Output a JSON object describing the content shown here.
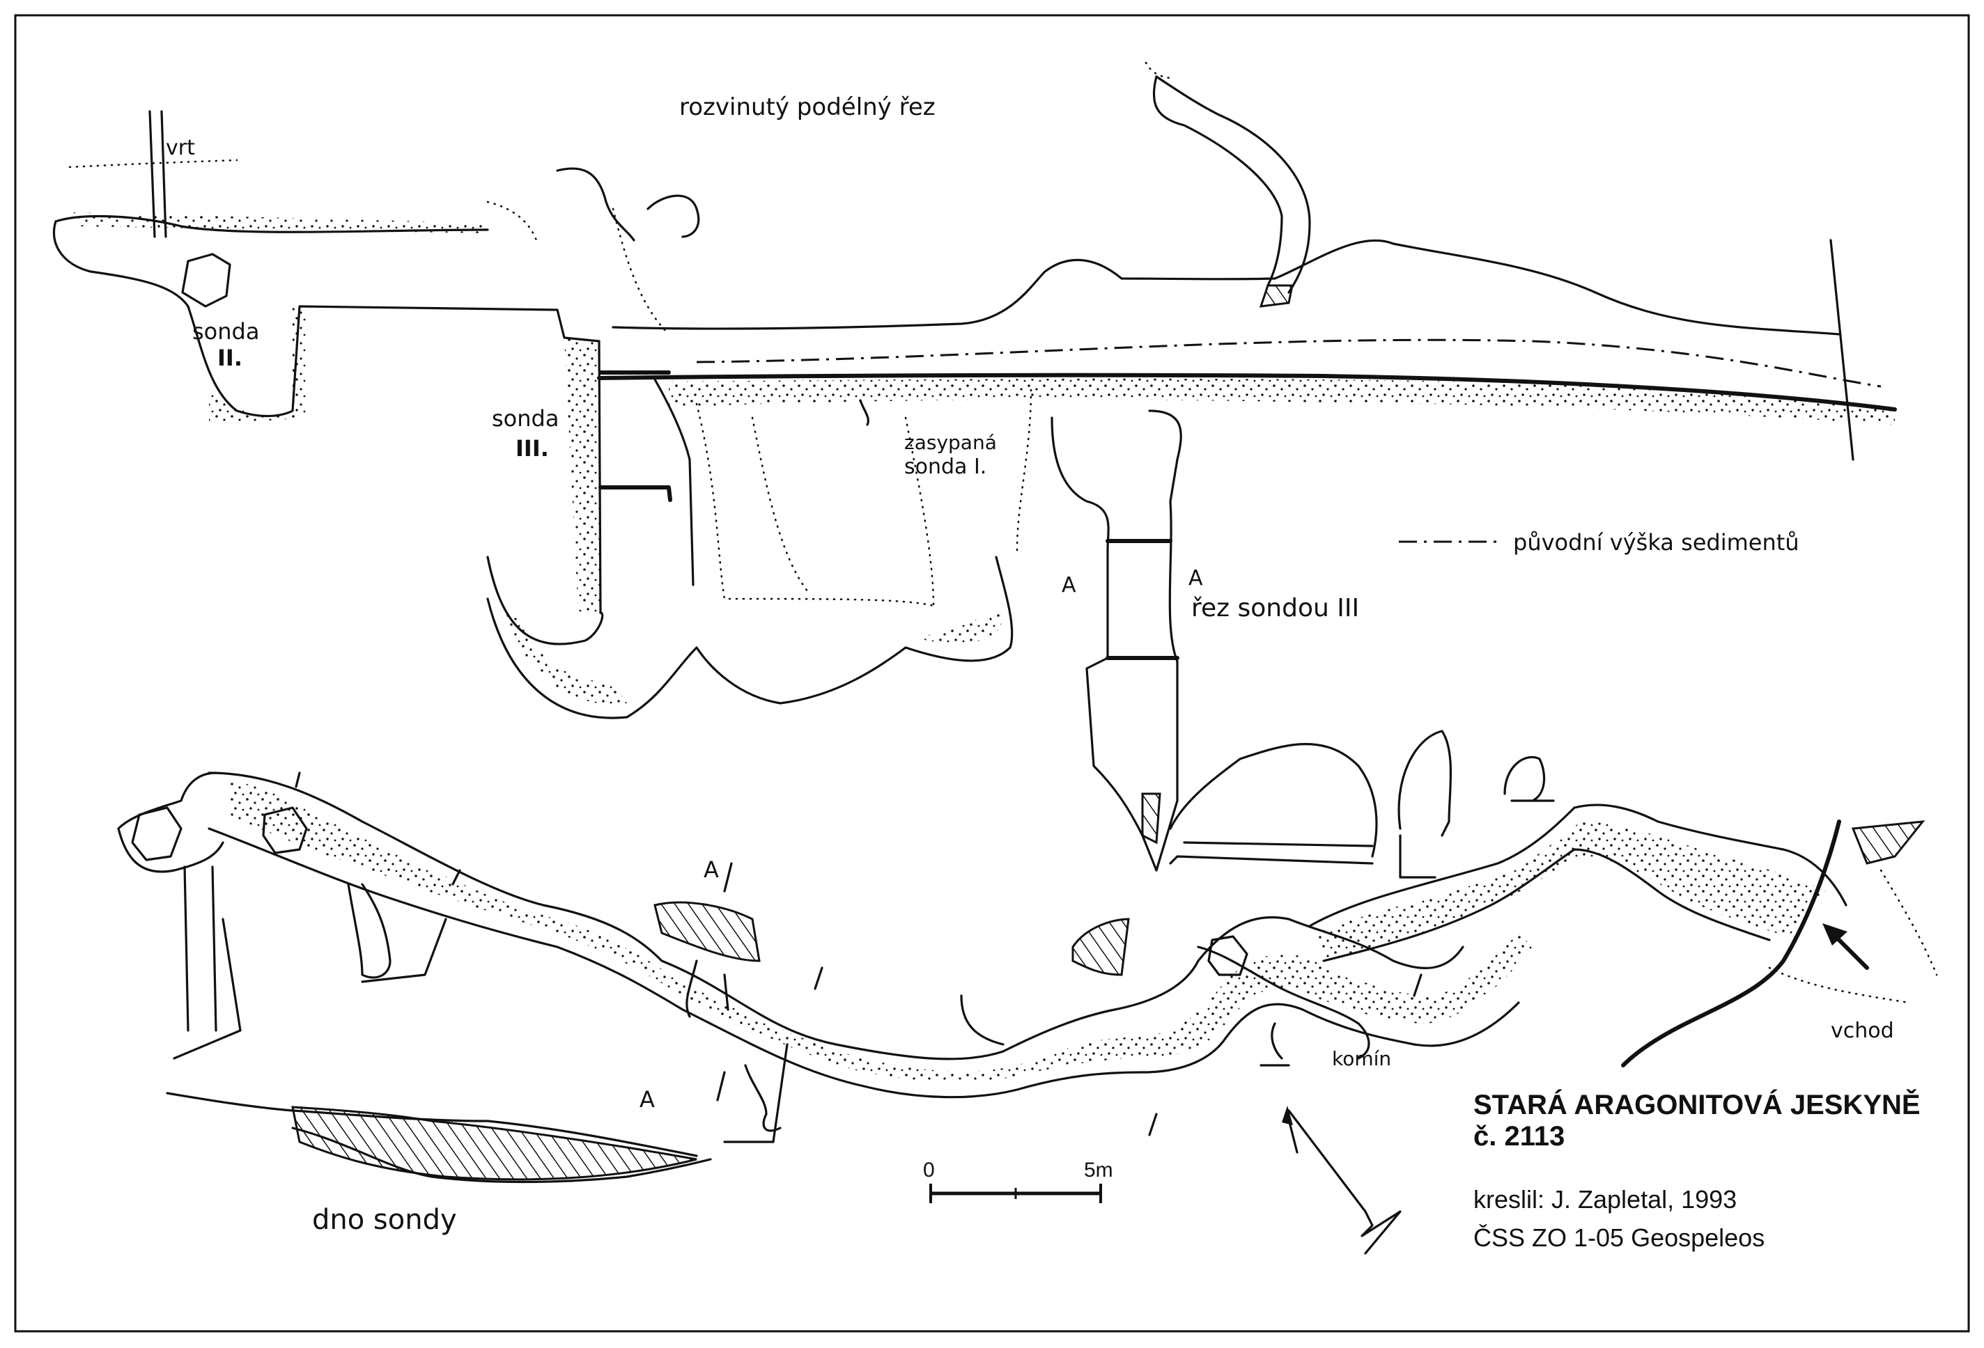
{
  "labels": {
    "profile_title": "rozvinutý podélný řez",
    "vrt": "vrt",
    "sonda_ii_a": "sonda",
    "sonda_ii_b": "II.",
    "sonda_iii_a": "sonda",
    "sonda_iii_b": "III.",
    "zasypana_a": "zasypaná",
    "zasypana_b": "sonda I.",
    "legend_sediment": "původní výška sedimentů",
    "section_a_top": "A",
    "section_a_top2": "A",
    "rez_sondou": "řez sondou III",
    "plan_a_upper": "A",
    "plan_a_lower": "A",
    "dno_sondy": "dno sondy",
    "komin": "komín",
    "vchod": "vchod"
  },
  "title_block": {
    "title": "STARÁ ARAGONITOVÁ JESKYNĚ",
    "number": "č. 2113",
    "author": "kreslil: J. Zapletal, 1993",
    "organization": "ČSS ZO 1-05 Geospeleos"
  },
  "scale_bar": {
    "start_label": "0",
    "end_label": "5m"
  },
  "icons": {
    "north_arrow": "north-arrow-icon",
    "entrance_arrow": "entrance-arrow-icon"
  },
  "colors": {
    "ink": "#111111",
    "paper": "#ffffff"
  }
}
